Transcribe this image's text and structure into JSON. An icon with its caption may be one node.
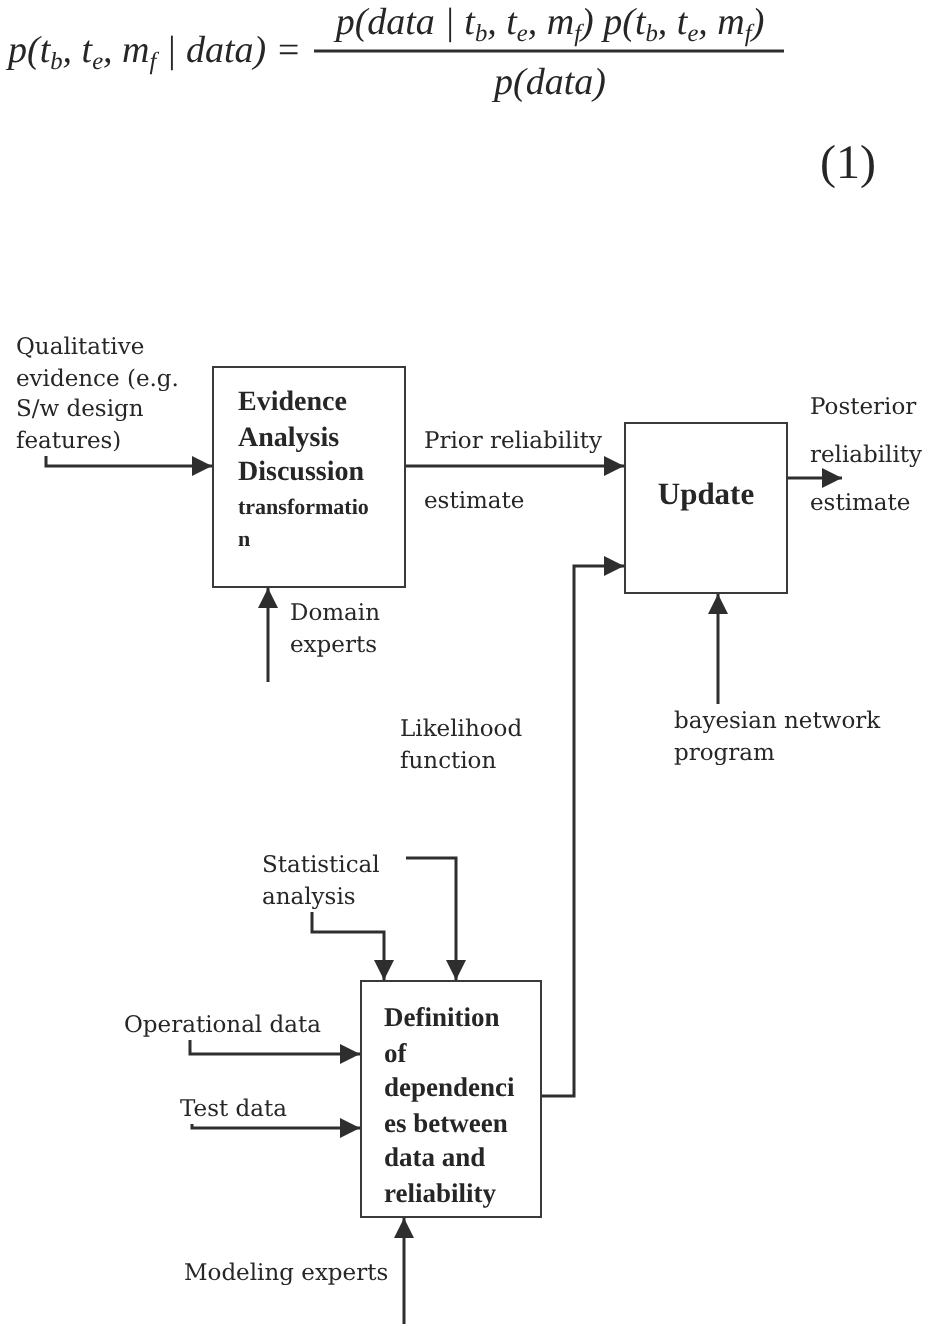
{
  "diagram": {
    "nodes": [
      {
        "text": [
          "Qualitative evidence (e.g. S/w design features)"
        ]
      },
      {
        "text": [
          "Evidence Analysis Discussion",
          "transformation"
        ]
      },
      {
        "text": [
          "Update"
        ]
      },
      {
        "text": [
          "bayesian network program"
        ]
      },
      {
        "text": [
          "Statistical analysis"
        ]
      },
      {
        "text": [
          "Operational data"
        ]
      },
      {
        "text": [
          "Test data"
        ]
      },
      {
        "text": [
          "Definition of dependencies between data and reliability"
        ]
      }
    ],
    "edges": [
      {
        "from": 0,
        "to": 1,
        "arrow": "to"
      },
      {
        "from": 1,
        "to": 2,
        "arrow": "to",
        "label": "Prior reliability estimate"
      },
      {
        "from": 2,
        "to": null,
        "arrow": "to",
        "label": "Posterior reliability estimate"
      },
      {
        "from": null,
        "to": 1,
        "arrow": "to",
        "label": "Domain experts"
      },
      {
        "from": 3,
        "to": 2,
        "arrow": "to"
      },
      {
        "from": 7,
        "to": 2,
        "arrow": "to",
        "label": "Likelihood function"
      },
      {
        "from": 4,
        "to": 7,
        "arrow": "to"
      },
      {
        "from": 4,
        "to": 7,
        "arrow": "to"
      },
      {
        "from": 5,
        "to": 7,
        "arrow": "to"
      },
      {
        "from": 6,
        "to": 7,
        "arrow": "to"
      },
      {
        "from": null,
        "to": 7,
        "arrow": "to",
        "label": "Modeling experts"
      }
    ],
    "labels": [
      "p(t$_{b}$, t$_{e}$, m$_{f}$ | data) =",
      "p(data | t$_{b}$, t$_{e}$, m$_{f}$) p(t$_{b}$, t$_{e}$, m$_{f}$)",
      "p(data)",
      "(1)"
    ]
  }
}
